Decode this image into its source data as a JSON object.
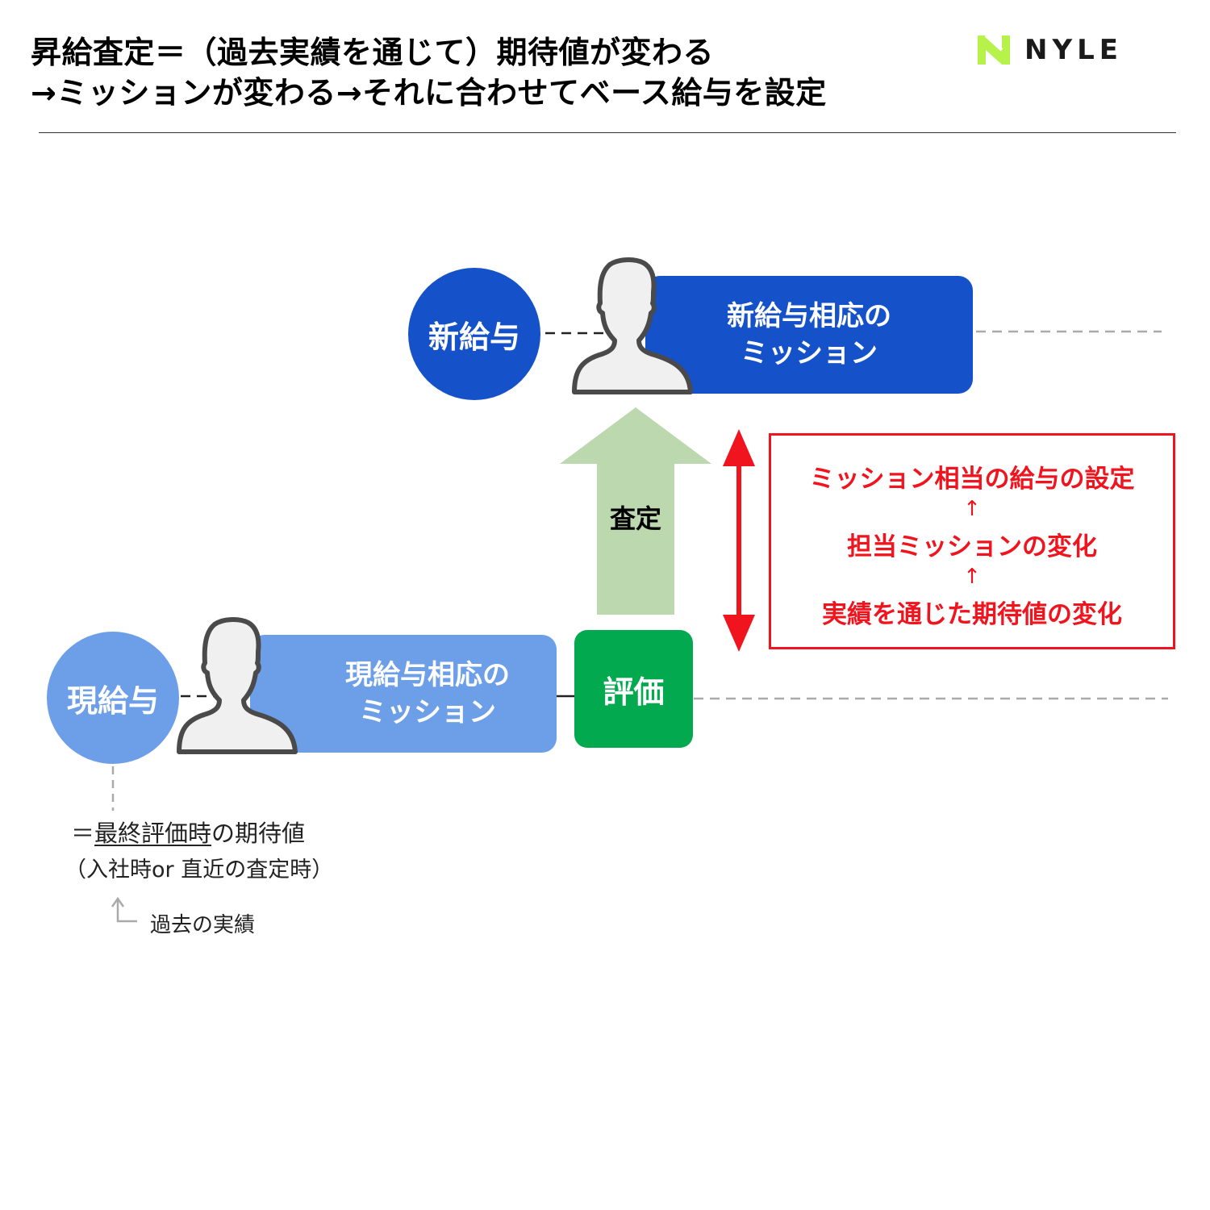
{
  "header": {
    "title_line1": "昇給査定＝（過去実績を通じて）期待値が変わる",
    "title_line2": "→ミッションが変わる→それに合わせてベース給与を設定",
    "logo_text": "NYLE"
  },
  "diagram": {
    "new_salary_label": "新給与",
    "new_mission_line1": "新給与相応の",
    "new_mission_line2": "ミッション",
    "current_salary_label": "現給与",
    "current_mission_line1": "現給与相応の",
    "current_mission_line2": "ミッション",
    "evaluation_label": "評価",
    "assessment_label": "査定",
    "red_box": {
      "line1": "ミッション相当の給与の設定",
      "arrow1": "↑",
      "line2": "担当ミッションの変化",
      "arrow2": "↑",
      "line3": "実績を通じた期待値の変化"
    },
    "note": {
      "prefix": "＝",
      "underlined": "最終評価時",
      "suffix": "の期待値",
      "line2": "（入社時or 直近の査定時）",
      "line3": "過去の実績"
    }
  },
  "colors": {
    "dark_blue": "#1552c9",
    "light_blue": "#6d9fe8",
    "green": "#03a94e",
    "pale_green_arrow": "#bcd8ae",
    "red": "#f0141e",
    "logo_green": "#b6f24a"
  }
}
